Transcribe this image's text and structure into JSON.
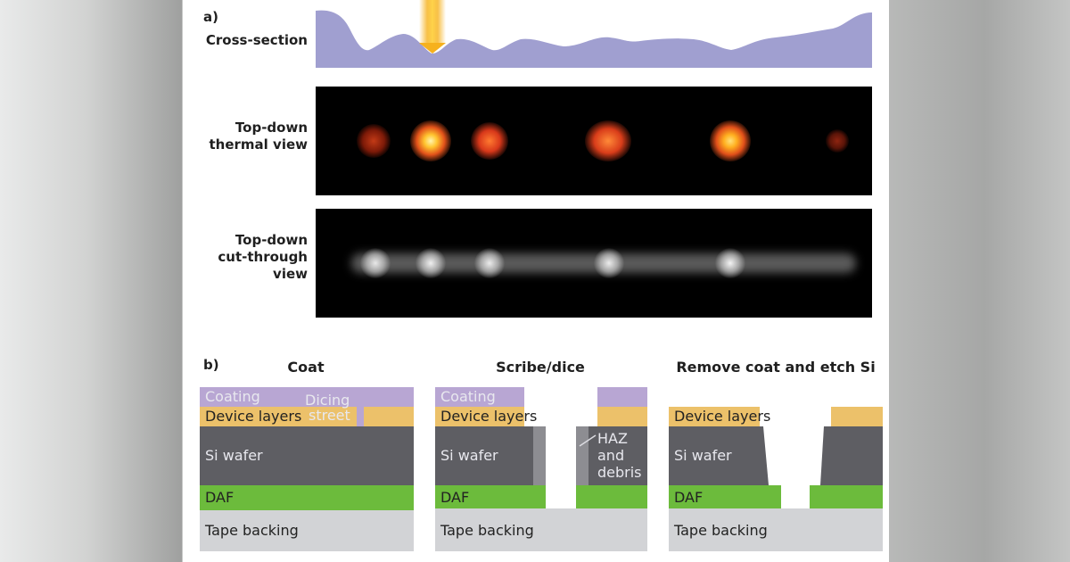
{
  "part_a": {
    "label": "a)",
    "rows": {
      "cross_section": "Cross-section",
      "thermal": [
        "Top-down",
        "thermal view"
      ],
      "cut": [
        "Top-down",
        "cut-through",
        "view"
      ]
    }
  },
  "part_b": {
    "label": "b)",
    "coat": {
      "title": "Coat",
      "coating": "Coating",
      "street": [
        "Dicing",
        "street"
      ],
      "device": "Device layers",
      "wafer": "Si wafer",
      "daf": "DAF",
      "tape": "Tape backing"
    },
    "scribe": {
      "title": "Scribe/dice",
      "coating": "Coating",
      "device": "Device layers",
      "wafer": "Si wafer",
      "haz": [
        "HAZ",
        "and",
        "debris"
      ],
      "daf": "DAF",
      "tape": "Tape backing"
    },
    "remove": {
      "title": "Remove coat and etch Si",
      "device": "Device layers",
      "wafer": "Si wafer",
      "daf": "DAF",
      "tape": "Tape backing"
    }
  },
  "colors": {
    "cross_section": "#a09fd0",
    "coating": "#b8a6d3",
    "device": "#ecc16a",
    "wafer": "#5e5e63",
    "daf": "#6cbb3c",
    "tape": "#d2d3d6",
    "beam": "#f6b11d"
  }
}
